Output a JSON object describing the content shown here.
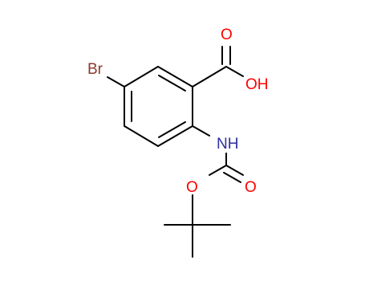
{
  "molecule": {
    "atoms": {
      "br": {
        "label": "Br",
        "color": "#8b3a2e"
      },
      "carbonyl_o_acid": {
        "label": "O",
        "color": "#ff0000"
      },
      "hydroxyl": {
        "label": "OH",
        "color": "#ff0000"
      },
      "amine": {
        "label": "NH",
        "color": "#2e2e9e"
      },
      "ester_o": {
        "label": "O",
        "color": "#ff0000"
      },
      "carbonyl_o_carbamate": {
        "label": "O",
        "color": "#ff0000"
      }
    },
    "bond_color": "#000000"
  }
}
